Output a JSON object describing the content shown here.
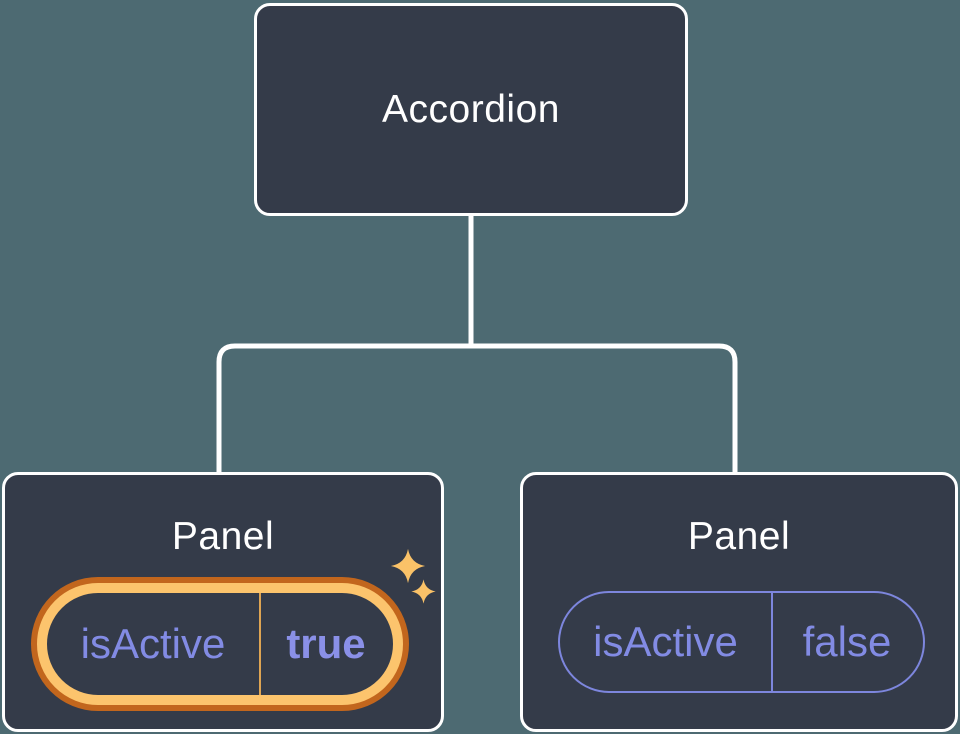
{
  "diagram": {
    "root": {
      "label": "Accordion"
    },
    "panels": [
      {
        "label": "Panel",
        "state_key": "isActive",
        "state_value": "true",
        "highlighted": true
      },
      {
        "label": "Panel",
        "state_key": "isActive",
        "state_value": "false",
        "highlighted": false
      }
    ],
    "icons": [
      {
        "name": "sparkle-icon-large",
        "meaning": "state-changed highlight"
      },
      {
        "name": "sparkle-icon-small",
        "meaning": "state-changed highlight"
      }
    ],
    "colors": {
      "background": "#4D6A72",
      "node_fill": "#343B49",
      "node_border": "#FFFFFF",
      "node_text": "#FFFFFF",
      "state_text": "#828BE4",
      "state_value_active_text": "#8A90E8",
      "inactive_pill_border": "#7D86DD",
      "active_ring_inner": "#FCC46D",
      "active_ring_outer": "#C2661D",
      "active_divider": "#DFA553",
      "sparkle": "#FAC268",
      "connector": "#FFFFFF"
    }
  }
}
